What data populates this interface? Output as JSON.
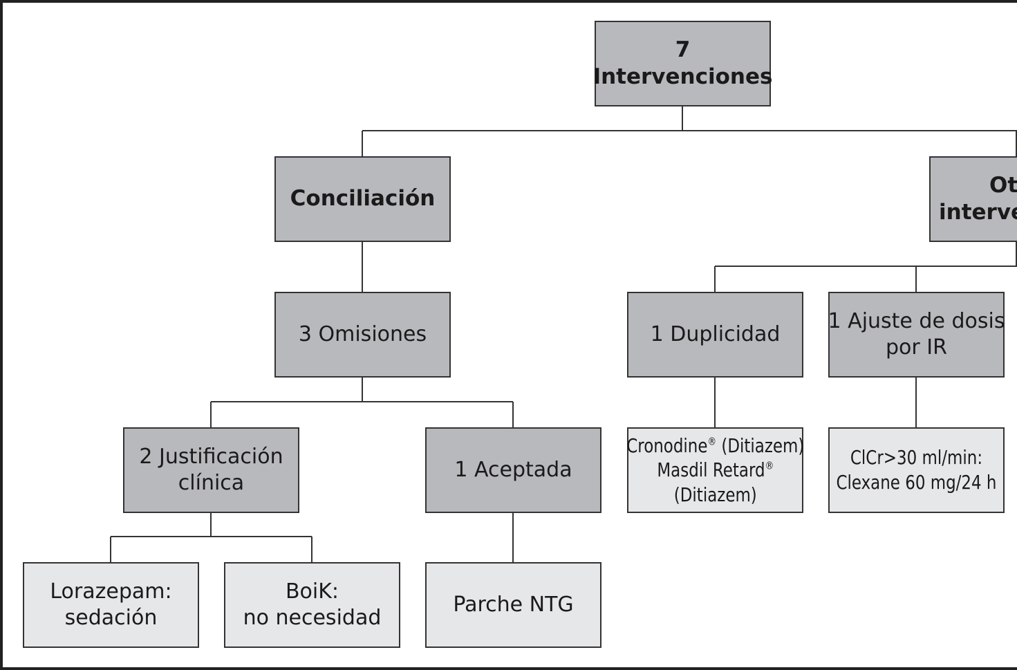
{
  "diagram": {
    "root": {
      "line1": "7",
      "line2": "Intervenciones"
    },
    "conciliacion": {
      "label": "Conciliación"
    },
    "otras": {
      "line1": "Otr",
      "line2": "interven"
    },
    "omisiones": {
      "label": "3 Omisiones"
    },
    "justificacion": {
      "line1": "2 Justificación",
      "line2": "clínica"
    },
    "aceptada": {
      "label": "1 Aceptada"
    },
    "lorazepam": {
      "line1": "Lorazepam:",
      "line2": "sedación"
    },
    "boik": {
      "line1": "BoiK:",
      "line2": "no necesidad"
    },
    "parche": {
      "label": "Parche NTG"
    },
    "duplicidad": {
      "label": "1 Duplicidad"
    },
    "ajuste": {
      "line1": "1 Ajuste de dosis",
      "line2": "por IR"
    },
    "cronodine": {
      "line1_a": "Cronodine",
      "line1_sup": "®",
      "line1_b": " (Ditiazem)",
      "line2_a": "Masdil Retard",
      "line2_sup": "®",
      "line3": "(Ditiazem)"
    },
    "clcr": {
      "line1": "ClCr>30 ml/min:",
      "line2": "Clexane 60 mg/24 h"
    }
  }
}
